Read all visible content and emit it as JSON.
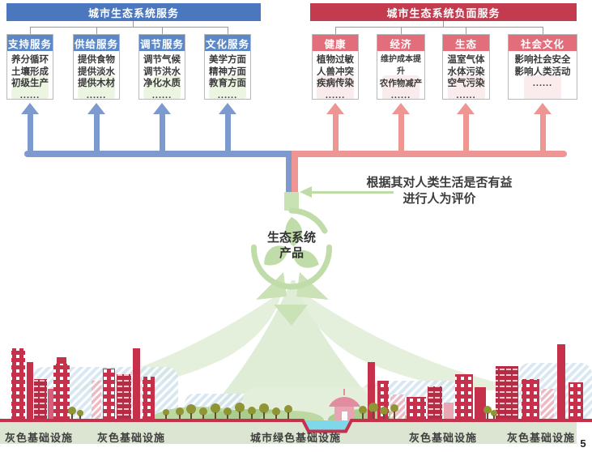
{
  "left_panel": {
    "title": "城市生态系统服务",
    "categories": [
      {
        "label": "支持服务",
        "items": [
          "养分循环",
          "土壤形成",
          "初级生产"
        ]
      },
      {
        "label": "供给服务",
        "items": [
          "提供食物",
          "提供淡水",
          "提供木材"
        ]
      },
      {
        "label": "调节服务",
        "items": [
          "调节气候",
          "调节洪水",
          "净化水质"
        ]
      },
      {
        "label": "文化服务",
        "items": [
          "美学方面",
          "精神方面",
          "教育方面"
        ]
      }
    ]
  },
  "right_panel": {
    "title": "城市生态系统负面服务",
    "categories": [
      {
        "label": "健康",
        "items": [
          "植物过敏",
          "人兽冲突",
          "疾病传染"
        ]
      },
      {
        "label": "经济",
        "items": [
          "维护成本提升",
          "农作物减产"
        ]
      },
      {
        "label": "生态",
        "items": [
          "温室气体",
          "水体污染",
          "空气污染"
        ]
      },
      {
        "label": "社会文化",
        "items": [
          "影响社会安全",
          "影响人类活动"
        ]
      }
    ]
  },
  "ellipsis": "......",
  "center": {
    "product_line1": "生态系统",
    "product_line2": "产品",
    "note_line1": "根据其对人类生活是否有益",
    "note_line2": "进行人为评价"
  },
  "bottom": {
    "labels": [
      "灰色基础设施",
      "灰色基础设施",
      "城市绿色基础设施",
      "灰色基础设施",
      "灰色基础设施"
    ],
    "page_number": "5"
  },
  "colors": {
    "blue_bar": "#4a77bd",
    "blue_box_head": "#5c88c8",
    "blue_arrow": "#7d9ace",
    "red_bar": "#c23b4e",
    "red_box_head": "#e26e7c",
    "red_arrow": "#ee9694",
    "logo_green": "#bfdca9",
    "faint_green": "#dfedd6",
    "ground_red": "#c5314b",
    "band_green": "#dbe5d1",
    "water_blue": "#7fd8ea"
  }
}
